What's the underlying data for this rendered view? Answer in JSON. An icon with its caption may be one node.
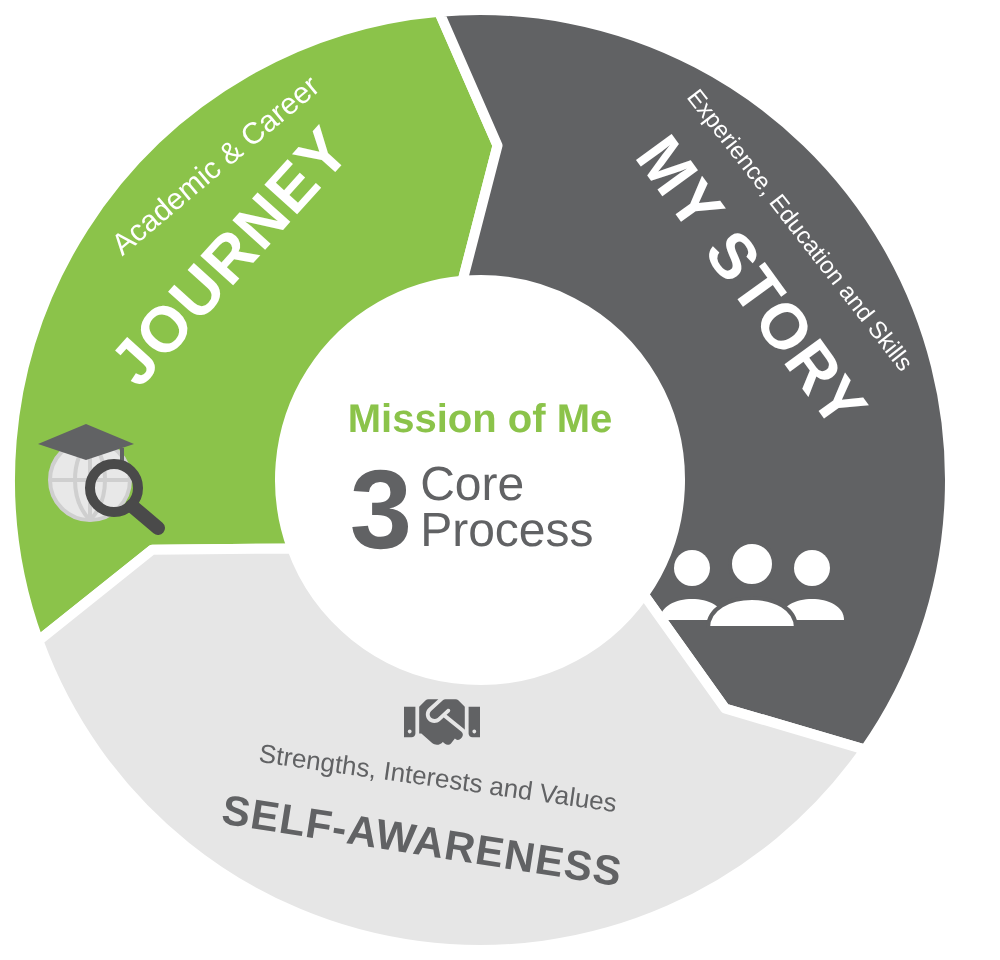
{
  "diagram": {
    "nodes": [
      {
        "text": [
          "Academic & Career",
          "JOURNEY"
        ]
      },
      {
        "text": [
          "Experience, Education and Skills",
          "MY STORY"
        ]
      },
      {
        "text": [
          "Strengths, Interests and Values",
          "SELF-AWARENESS"
        ]
      },
      {
        "text": [
          "Mission of Me",
          "3",
          "Core Process"
        ]
      }
    ]
  }
}
